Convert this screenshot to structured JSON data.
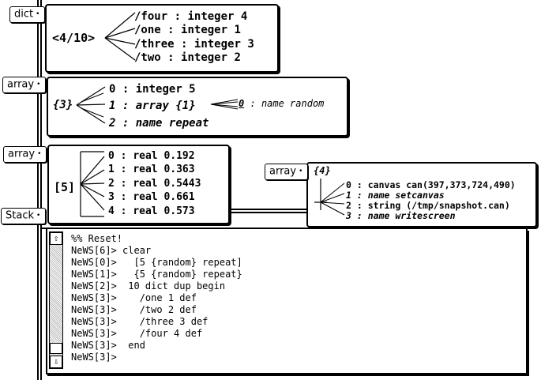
{
  "dict": {
    "tag": "dict",
    "summary": "<4/10>",
    "entries": [
      {
        "key": "/four",
        "sep": ":",
        "value": "integer 4"
      },
      {
        "key": "/one",
        "sep": ":",
        "value": "integer 1"
      },
      {
        "key": "/three",
        "sep": ":",
        "value": "integer 3"
      },
      {
        "key": "/two",
        "sep": ":",
        "value": "integer 2"
      }
    ]
  },
  "array1": {
    "tag": "array",
    "summary": "{3}",
    "entries": [
      {
        "index": "0",
        "sep": ":",
        "value": "integer 5"
      },
      {
        "index": "1",
        "sep": ":",
        "value": "array {1}"
      },
      {
        "index": "2",
        "sep": ":",
        "value": "name repeat"
      }
    ],
    "sub": {
      "index": "0",
      "sep": ":",
      "value": "name random"
    }
  },
  "array2": {
    "tag": "array",
    "summary": "[5]",
    "entries": [
      {
        "index": "0",
        "sep": ":",
        "value": "real 0.192"
      },
      {
        "index": "1",
        "sep": ":",
        "value": "real 0.363"
      },
      {
        "index": "2",
        "sep": ":",
        "value": "real 0.5443"
      },
      {
        "index": "3",
        "sep": ":",
        "value": "real 0.661"
      },
      {
        "index": "4",
        "sep": ":",
        "value": "real 0.573"
      }
    ]
  },
  "array3": {
    "tag": "array",
    "summary": "{4}",
    "entries": [
      {
        "index": "0",
        "sep": ":",
        "value": "canvas can(397,373,724,490)"
      },
      {
        "index": "1",
        "sep": ":",
        "value": "name setcanvas"
      },
      {
        "index": "2",
        "sep": ":",
        "value": "string (/tmp/snapshot.can)"
      },
      {
        "index": "3",
        "sep": ":",
        "value": "name writescreen"
      }
    ]
  },
  "stack": {
    "tag": "Stack"
  },
  "tag_bullet": "•",
  "terminal": {
    "lines": [
      "%% Reset!",
      "NeWS[6]> clear",
      "NeWS[0]>   [5 {random} repeat]",
      "NeWS[1]>   {5 {random} repeat}",
      "NeWS[2]>  10 dict dup begin",
      "NeWS[3]>    /one 1 def",
      "NeWS[3]>    /two 2 def",
      "NeWS[3]>    /three 3 def",
      "NeWS[3]>    /four 4 def",
      "NeWS[3]>  end",
      "NeWS[3]>"
    ],
    "scroll_up_glyph": "⇧",
    "scroll_down_glyph": "⇩"
  }
}
